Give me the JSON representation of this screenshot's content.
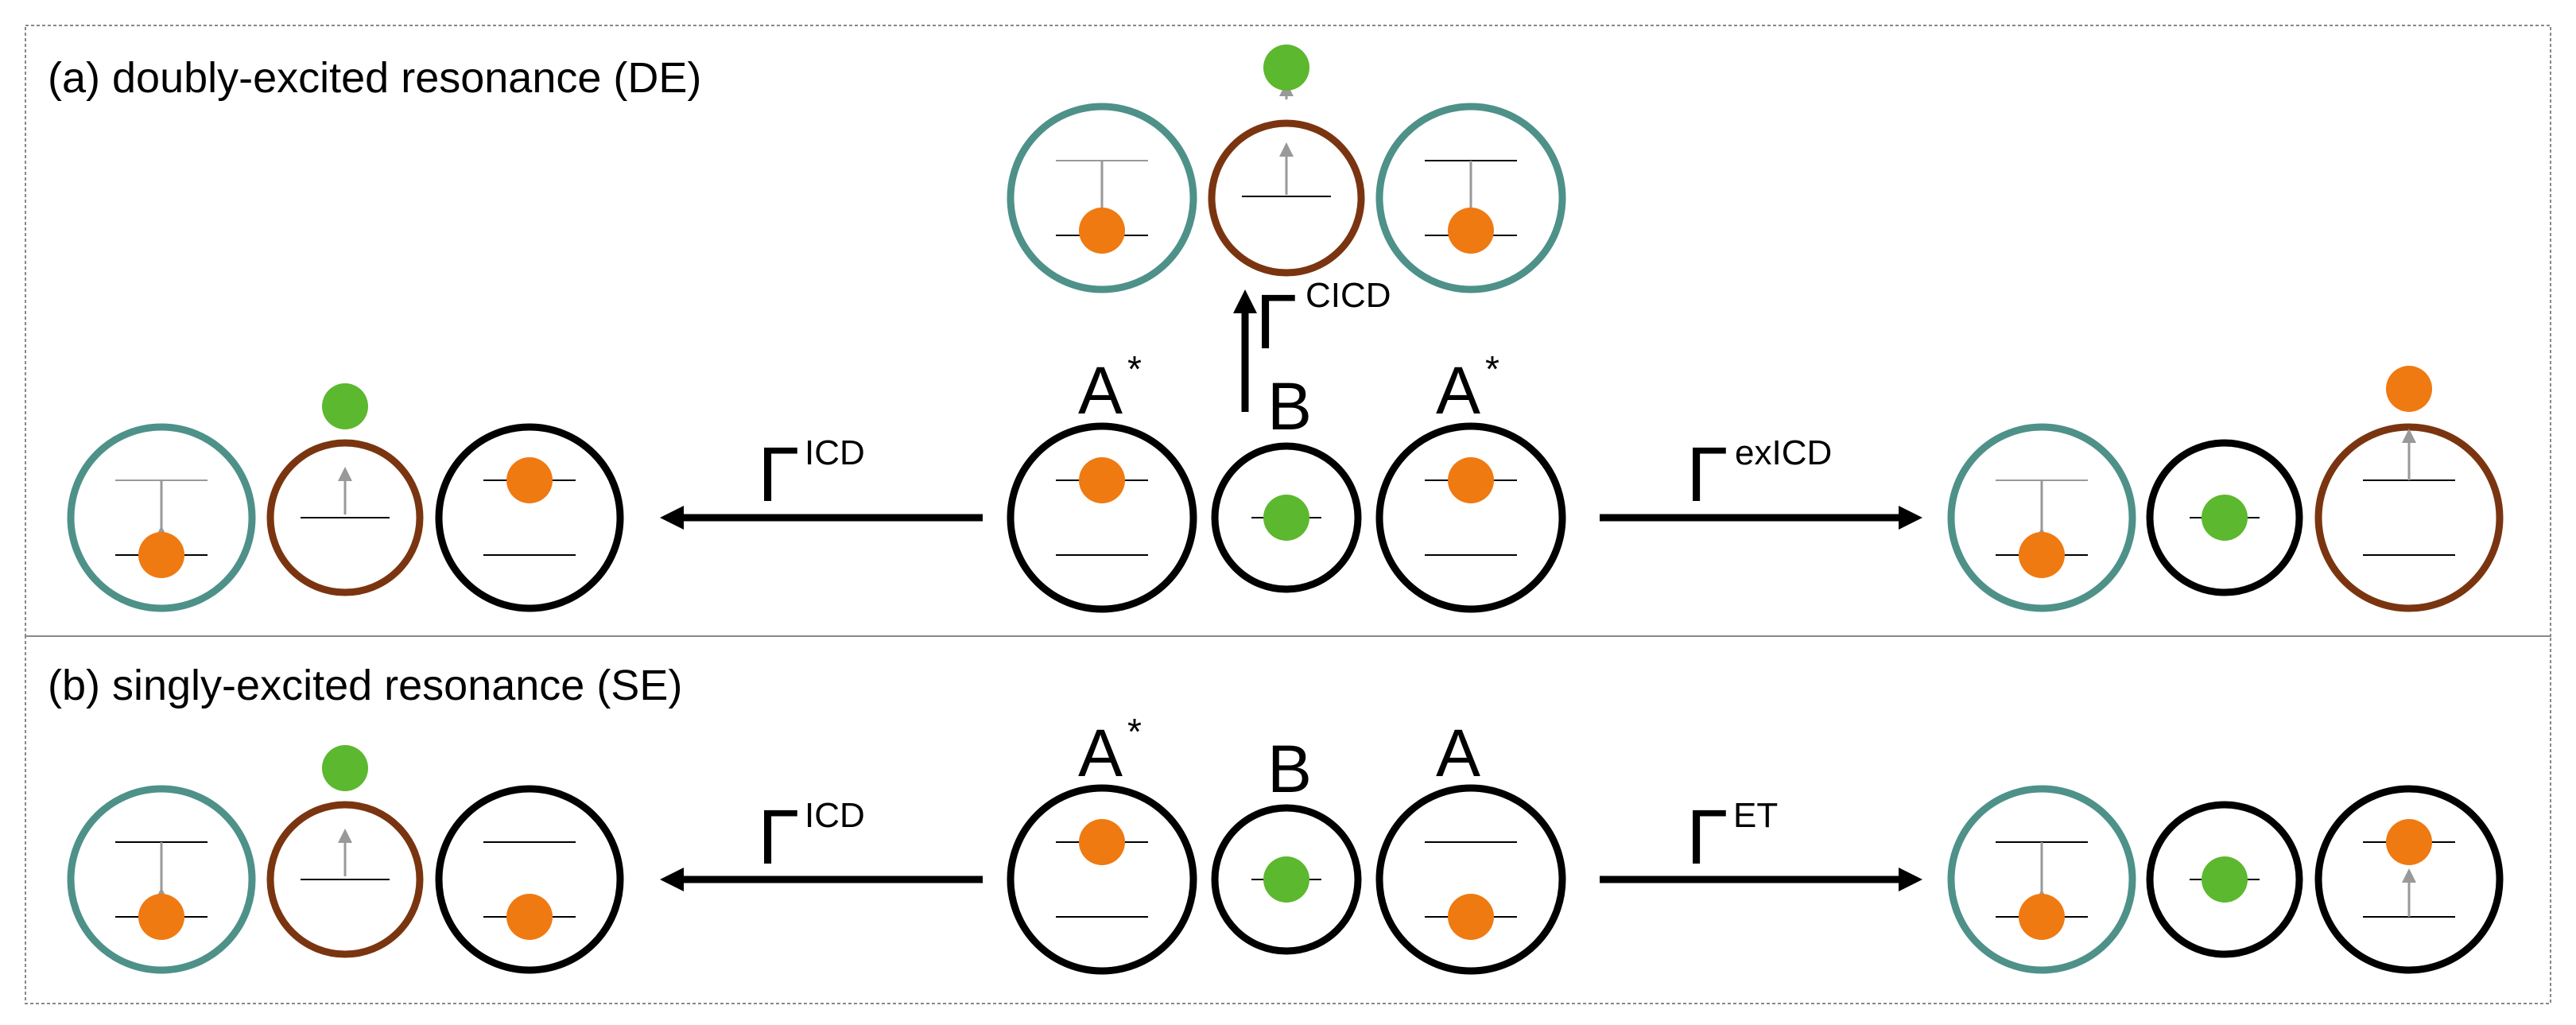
{
  "panels": {
    "a": {
      "title": "(a) doubly-excited resonance (DE)"
    },
    "b": {
      "title": "(b) singly-excited resonance (SE)"
    }
  },
  "labels": {
    "a_left": "A",
    "a_left_star": "*",
    "a_mid": "B",
    "a_right": "A",
    "a_right_star": "*",
    "b_left": "A",
    "b_left_star": "*",
    "b_mid": "B",
    "b_right": "A"
  },
  "processes": {
    "gamma_symbol": "Γ",
    "a_left": "ICD",
    "a_up": "CICD",
    "a_right": "exICD",
    "b_left": "ICD",
    "b_right": "ET"
  },
  "colors": {
    "ring_ground": "#000000",
    "ring_acceptor": "#4e9189",
    "ring_ionized": "#7a3510",
    "electron_A": "#ef7a12",
    "electron_B": "#5cb82e",
    "level_line": "#000000",
    "transition_arrow": "#999999",
    "panel_border": "#888888"
  }
}
